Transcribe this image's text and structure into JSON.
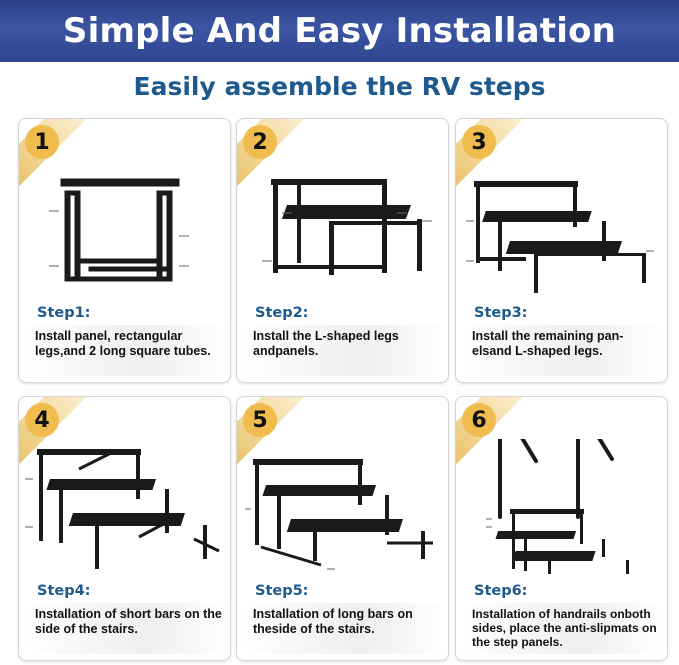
{
  "header": {
    "title": "Simple And Easy Installation"
  },
  "subtitle": "Easily assemble the RV steps",
  "accent_color": "#f0bc4e",
  "steps": [
    {
      "number": "1",
      "label": "Step1:",
      "text": "Install panel, rectangular legs,and 2 long square tubes."
    },
    {
      "number": "2",
      "label": "Step2:",
      "text": "Install the L-shaped legs andpanels."
    },
    {
      "number": "3",
      "label": "Step3:",
      "text": "Install the remaining pan-elsand L-shaped legs."
    },
    {
      "number": "4",
      "label": "Step4:",
      "text": "Installation of short bars on the side of the stairs."
    },
    {
      "number": "5",
      "label": "Step5:",
      "text": "Installation of long bars on theside of the stairs."
    },
    {
      "number": "6",
      "label": "Step6:",
      "text": "Installation of handrails onboth sides, place the anti-slipmats on the step panels."
    }
  ]
}
